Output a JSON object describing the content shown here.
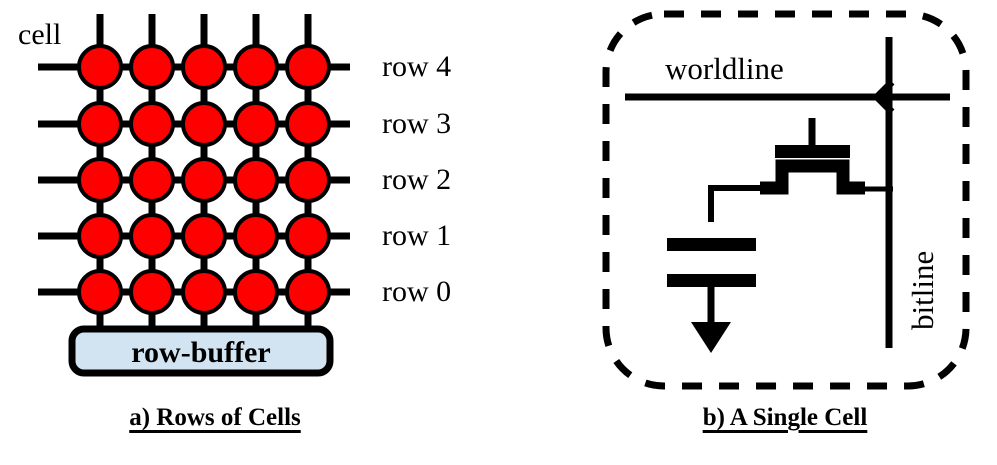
{
  "figure": {
    "title_a": "a) Rows of Cells",
    "title_b": "b) A Single Cell"
  },
  "panel_a": {
    "cell_label": "cell",
    "row_labels": [
      "row 4",
      "row 3",
      "row 2",
      "row 1",
      "row 0"
    ],
    "row_buffer_label": "row-buffer",
    "grid": {
      "columns": 5,
      "rows": 5,
      "cell_color": "#FF0000",
      "cell_outline_color": "#000000",
      "wire_color": "#000000",
      "buffer_fill": "#D2E4F2",
      "buffer_stroke": "#000000"
    }
  },
  "panel_b": {
    "wordline_label": "worldline",
    "bitline_label": "bitline",
    "border_style": "dashed-rounded",
    "components": [
      "access-transistor",
      "storage-capacitor",
      "ground"
    ],
    "line_color": "#000000"
  }
}
